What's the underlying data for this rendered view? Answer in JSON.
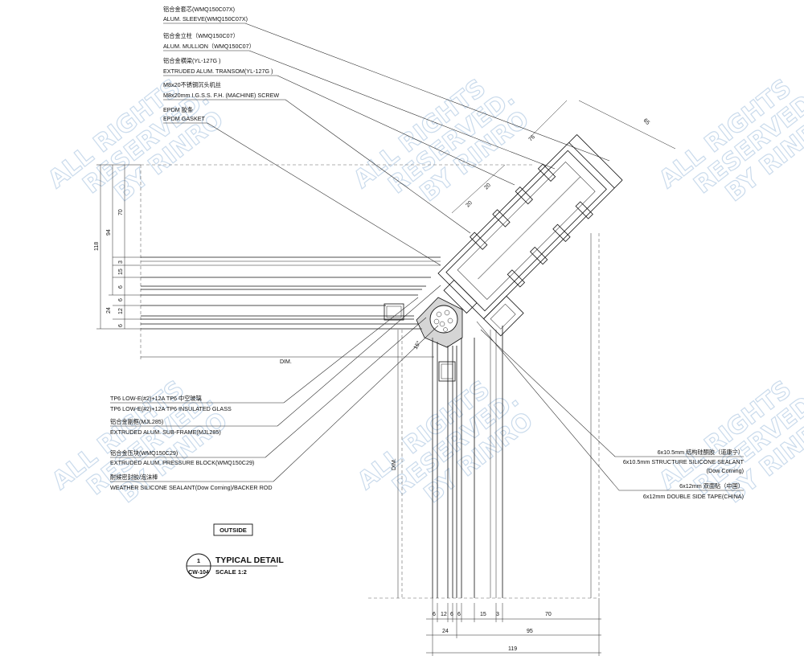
{
  "callouts_top": [
    {
      "cn": "铝合金套芯(WMQ150C07X)",
      "en": "ALUM. SLEEVE(WMQ150C07X)"
    },
    {
      "cn": "铝合金立柱（WMQ150C07）",
      "en": "ALUM. MULLION（WMQ150C07）"
    },
    {
      "cn": "铝合金横梁(YL-127G )",
      "en": "EXTRUDED ALUM. TRANSOM(YL-127G )"
    },
    {
      "cn": "M8x20不锈钢沉头机丝",
      "en": "M8x20mm I.G.S.S. F.H. (MACHINE) SCREW"
    },
    {
      "cn": "EPDM 胶条",
      "en": "EPDM GASKET"
    }
  ],
  "callouts_left": [
    {
      "cn": "TP6 LOW-E(#2)+12A TP6 中空玻璃",
      "en": "TP6 LOW-E(#2)+12A TP6 INSULATED GLASS"
    },
    {
      "cn": "铝合金副框(MJL285)",
      "en": "EXTRUDED ALUM. SUB-FRAME(MJL285)"
    },
    {
      "cn": "铝合金压块(WMQ150C29)",
      "en": "EXTRUDED ALUM. PRESSURE BLOCK(WMQ150C29)"
    },
    {
      "cn": "耐候密封胶/泡沫棒",
      "en": "WEATHER SILICONE SEALANT(Dow Corning)/BACKER ROD"
    }
  ],
  "callouts_right": [
    {
      "cn": "6x10.5mm 结构硅酮胶（道康宁）",
      "en": "6x10.5mm STRUCTURE SILICONE SEALANT",
      "note": "(Dow Corning)"
    },
    {
      "cn": "6x12mm 双面贴（中国）",
      "en": "6x12mm DOUBLE SIDE TAPE(CHINA)"
    }
  ],
  "outside_label": "OUTSIDE",
  "detail": {
    "number": "1",
    "sheet": "CW-104",
    "title": "TYPICAL DETAIL",
    "scale": "SCALE 1:2"
  },
  "dims_left": {
    "total": "118",
    "sub": "94",
    "top": "70",
    "a": "3",
    "b": "15",
    "c": "6",
    "d": "6",
    "e": "12",
    "f": "24",
    "g": "6"
  },
  "dims_bottom": {
    "a": "6",
    "b": "12",
    "c": "6",
    "d": "6",
    "e": "15",
    "f": "3",
    "g": "70",
    "h": "24",
    "i": "95",
    "total": "119"
  },
  "dims_top": {
    "a": "20",
    "b": "20",
    "c": "76",
    "d": "65"
  },
  "dim_label_horizontal": "DIM.",
  "dim_label_vertical": "DIM.",
  "glass_angle_mark": "15°",
  "watermark_lines": [
    "ALL RIGHTS",
    "RESERVED.",
    "BY RINRO"
  ]
}
